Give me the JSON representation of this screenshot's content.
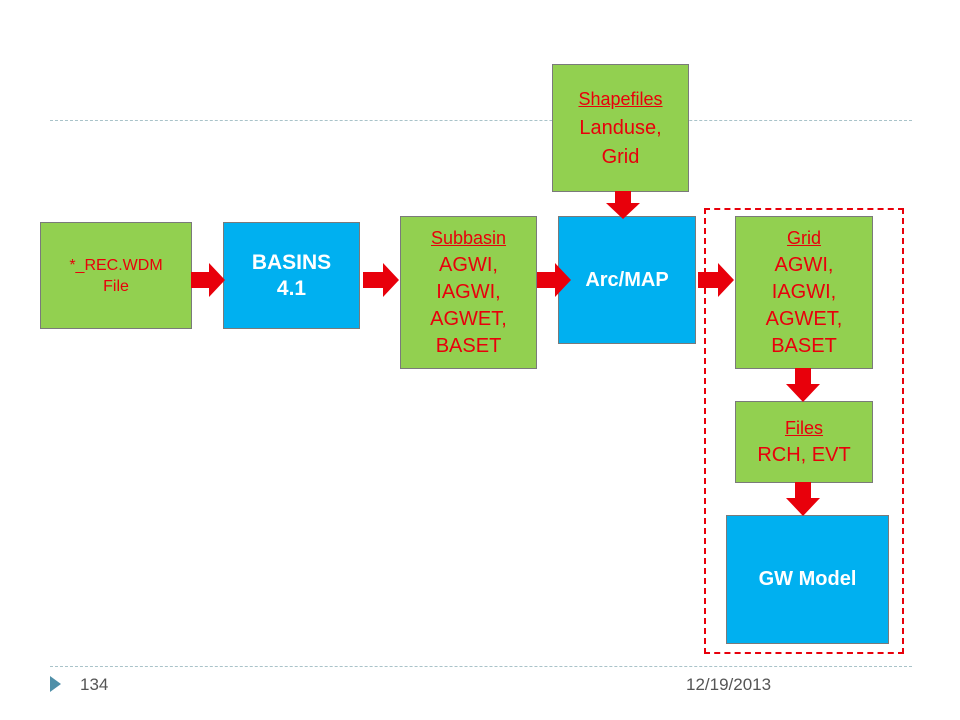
{
  "nodes": {
    "rec_wdm": {
      "lines": [
        "*_REC.WDM",
        "File"
      ]
    },
    "basins": {
      "lines": [
        "BASINS",
        "4.1"
      ]
    },
    "subbasin": {
      "head": "Subbasin",
      "lines": [
        "AGWI,",
        "IAGWI,",
        "AGWET,",
        "BASET"
      ]
    },
    "shapefiles": {
      "head": "Shapefiles",
      "lines": [
        "Landuse,",
        "Grid"
      ]
    },
    "arcmap": {
      "lines": [
        "Arc/MAP"
      ]
    },
    "grid": {
      "head": "Grid",
      "lines": [
        "AGWI,",
        "IAGWI,",
        "AGWET,",
        "BASET"
      ]
    },
    "files": {
      "head": "Files",
      "lines": [
        "RCH, EVT"
      ]
    },
    "gw_model": {
      "lines": [
        "GW Model"
      ]
    }
  },
  "colors": {
    "process_box": "#92d050",
    "tool_box": "#00b0f0",
    "arrow": "#e8000b",
    "text_red": "#e8000b"
  },
  "footer": {
    "page_number": "134",
    "date": "12/19/2013"
  }
}
